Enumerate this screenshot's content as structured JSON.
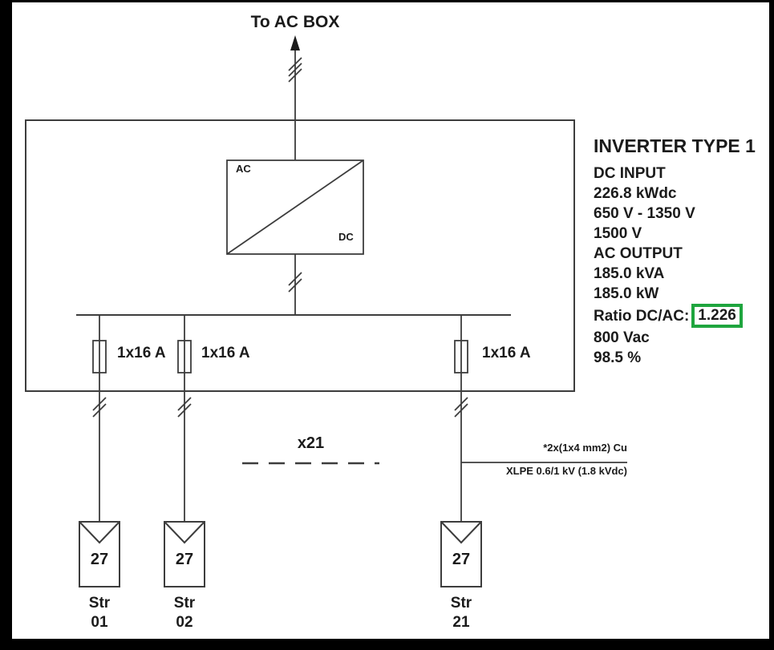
{
  "canvas": {
    "background": "#ffffff",
    "frame": "#000000",
    "line_color": "#3d3d3d",
    "text_color": "#1b1b1b"
  },
  "top": {
    "to_ac_box": "To AC BOX"
  },
  "inverter_symbol": {
    "ac": "AC",
    "dc": "DC"
  },
  "fuses": [
    {
      "label": "1x16 A"
    },
    {
      "label": "1x16 A"
    },
    {
      "label": "1x16 A"
    }
  ],
  "multiplier": {
    "label": "x21"
  },
  "cable": {
    "line1": "*2x(1x4 mm2) Cu",
    "line2": "XLPE 0.6/1 kV (1.8 kVdc)"
  },
  "strings": [
    {
      "modules": "27",
      "name": "Str",
      "number": "01"
    },
    {
      "modules": "27",
      "name": "Str",
      "number": "02"
    },
    {
      "modules": "27",
      "name": "Str",
      "number": "21"
    }
  ],
  "info": {
    "title": "INVERTER TYPE 1",
    "dc_lines": [
      "DC INPUT",
      "226.8 kWdc",
      "650 V - 1350 V",
      "1500 V"
    ],
    "ac_lines": [
      "AC OUTPUT",
      "185.0 kVA",
      "185.0 kW"
    ],
    "ratio_label": "Ratio DC/AC:",
    "ratio_value": "1.226",
    "ratio_highlight_color": "#1fa53e",
    "tail_lines": [
      "800 Vac",
      "98.5 %"
    ]
  }
}
